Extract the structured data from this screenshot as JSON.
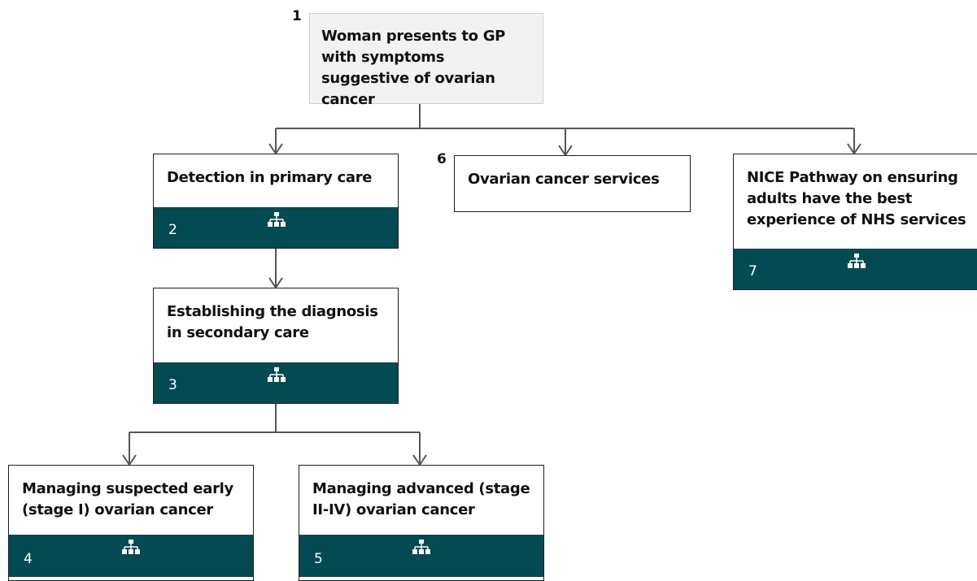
{
  "colors": {
    "footer": "#034a52",
    "root_fill": "#f2f2f2",
    "connector": "#555555"
  },
  "nodes": {
    "n1": {
      "number": "1",
      "title": "Woman presents to GP with symptoms suggestive of ovarian cancer"
    },
    "n2": {
      "number": "2",
      "title": "Detection in primary care",
      "icon": "hierarchy-icon"
    },
    "n3": {
      "number": "3",
      "title": "Establishing the diagnosis in secondary care",
      "icon": "hierarchy-icon"
    },
    "n4": {
      "number": "4",
      "title": "Managing suspected early (stage I) ovarian cancer",
      "icon": "hierarchy-icon"
    },
    "n5": {
      "number": "5",
      "title": "Managing advanced (stage II-IV) ovarian cancer",
      "icon": "hierarchy-icon"
    },
    "n6": {
      "number": "6",
      "title": "Ovarian cancer services"
    },
    "n7": {
      "number": "7",
      "title": "NICE Pathway on ensuring adults have the best experience of NHS services",
      "icon": "hierarchy-icon"
    }
  }
}
